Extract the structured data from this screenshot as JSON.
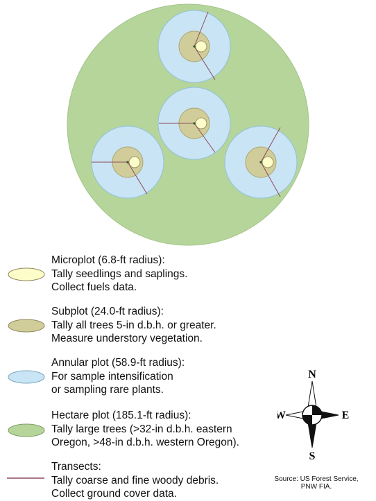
{
  "colors": {
    "hectare_fill": "#b5d59a",
    "hectare_stroke": "#a5c48c",
    "annular_fill": "#c9e4f4",
    "annular_stroke": "#93c1de",
    "subplot_fill": "#d1cd9b",
    "subplot_stroke": "#aca774",
    "microplot_fill": "#fdfdc9",
    "microplot_stroke": "#9a9566",
    "transect": "#8b4a5c"
  },
  "legend": {
    "microplot": [
      "Microplot (6.8-ft radius):",
      "Tally seedlings and saplings.",
      "Collect fuels data."
    ],
    "subplot": [
      "Subplot (24.0-ft radius):",
      "Tally all trees 5-in d.b.h. or greater.",
      "Measure understory vegetation."
    ],
    "annular": [
      "Annular plot (58.9-ft radius):",
      "For sample intensification",
      "or sampling rare plants."
    ],
    "hectare": [
      "Hectare plot (185.1-ft radius):",
      "Tally large trees (>32-in d.b.h. eastern",
      "Oregon, >48-in d.b.h. western Oregon)."
    ],
    "transects": [
      "Transects:",
      "Tally coarse and fine woody debris.",
      "Collect ground cover data."
    ]
  },
  "compass": {
    "n": "N",
    "s": "S",
    "e": "E",
    "w": "W"
  },
  "source": [
    "Source: US Forest Service,",
    "PNW FIA."
  ]
}
